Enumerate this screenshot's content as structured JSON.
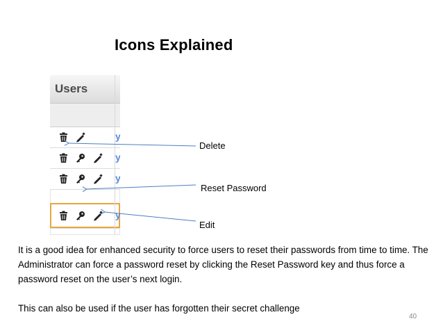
{
  "slide": {
    "title": "Icons Explained",
    "page_number": "40"
  },
  "screenshot": {
    "panel_title": "Users",
    "rows": [
      {
        "icons": [
          "trash-icon",
          "pencil-icon"
        ],
        "link": "y",
        "selected": false
      },
      {
        "icons": [
          "trash-icon",
          "key-icon",
          "pencil-icon"
        ],
        "link": "y",
        "selected": false
      },
      {
        "icons": [
          "trash-icon",
          "key-icon",
          "pencil-icon"
        ],
        "link": "y",
        "selected": false
      },
      {
        "icons": [
          "trash-icon",
          "key-icon",
          "pencil-icon"
        ],
        "link": "y",
        "selected": true
      }
    ]
  },
  "callouts": {
    "delete": "Delete",
    "reset_password": "Reset Password",
    "edit": "Edit"
  },
  "body": {
    "paragraph1": "It is a good idea for enhanced security to force users to reset their passwords from time to time.  The Administrator  can force a password reset by clicking the Reset Password key and thus force a password reset on the user’s next login.",
    "paragraph2": "This can also be used if the user has forgotten their secret challenge"
  },
  "colors": {
    "arrow": "#4a7fc1",
    "selected_row_border": "#e8a640",
    "link": "#5b8bd6"
  }
}
